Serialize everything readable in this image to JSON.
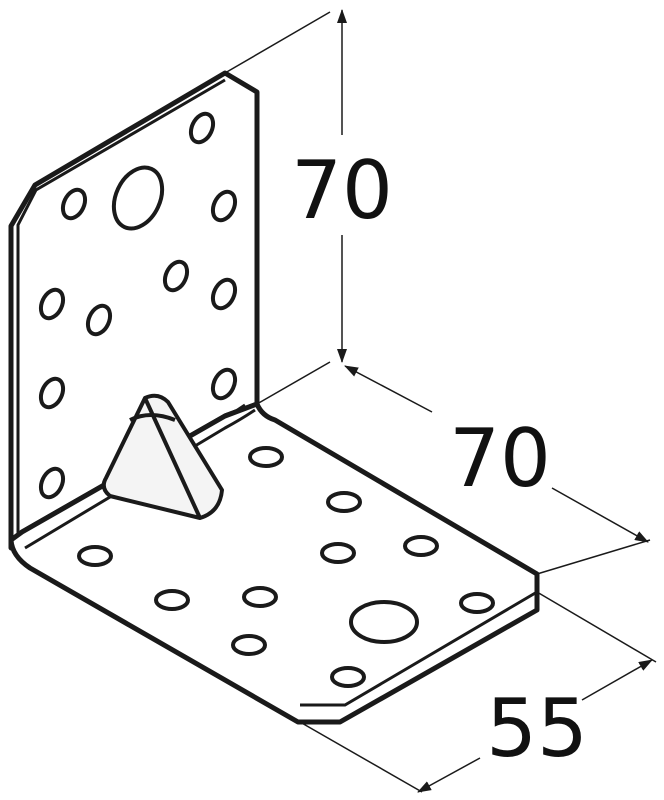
{
  "dimensions": {
    "height": "70",
    "depth": "70",
    "width": "55"
  },
  "colors": {
    "line": "#1a1a1a",
    "fill": "#ffffff",
    "rib_shade": "#f4f4f4"
  }
}
